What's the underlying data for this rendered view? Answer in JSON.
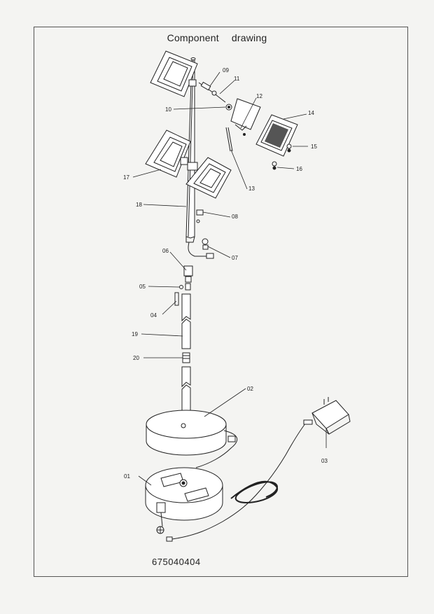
{
  "title": "Component drawing",
  "product_code": "675040404",
  "part_labels": {
    "p01": "01",
    "p02": "02",
    "p03": "03",
    "p04": "04",
    "p05": "05",
    "p06": "06",
    "p07": "07",
    "p08": "08",
    "p09": "09",
    "p10": "10",
    "p11": "11",
    "p12": "12",
    "p13": "13",
    "p14": "14",
    "p15": "15",
    "p16": "16",
    "p17": "17",
    "p18": "18",
    "p19": "19",
    "p20": "20"
  }
}
